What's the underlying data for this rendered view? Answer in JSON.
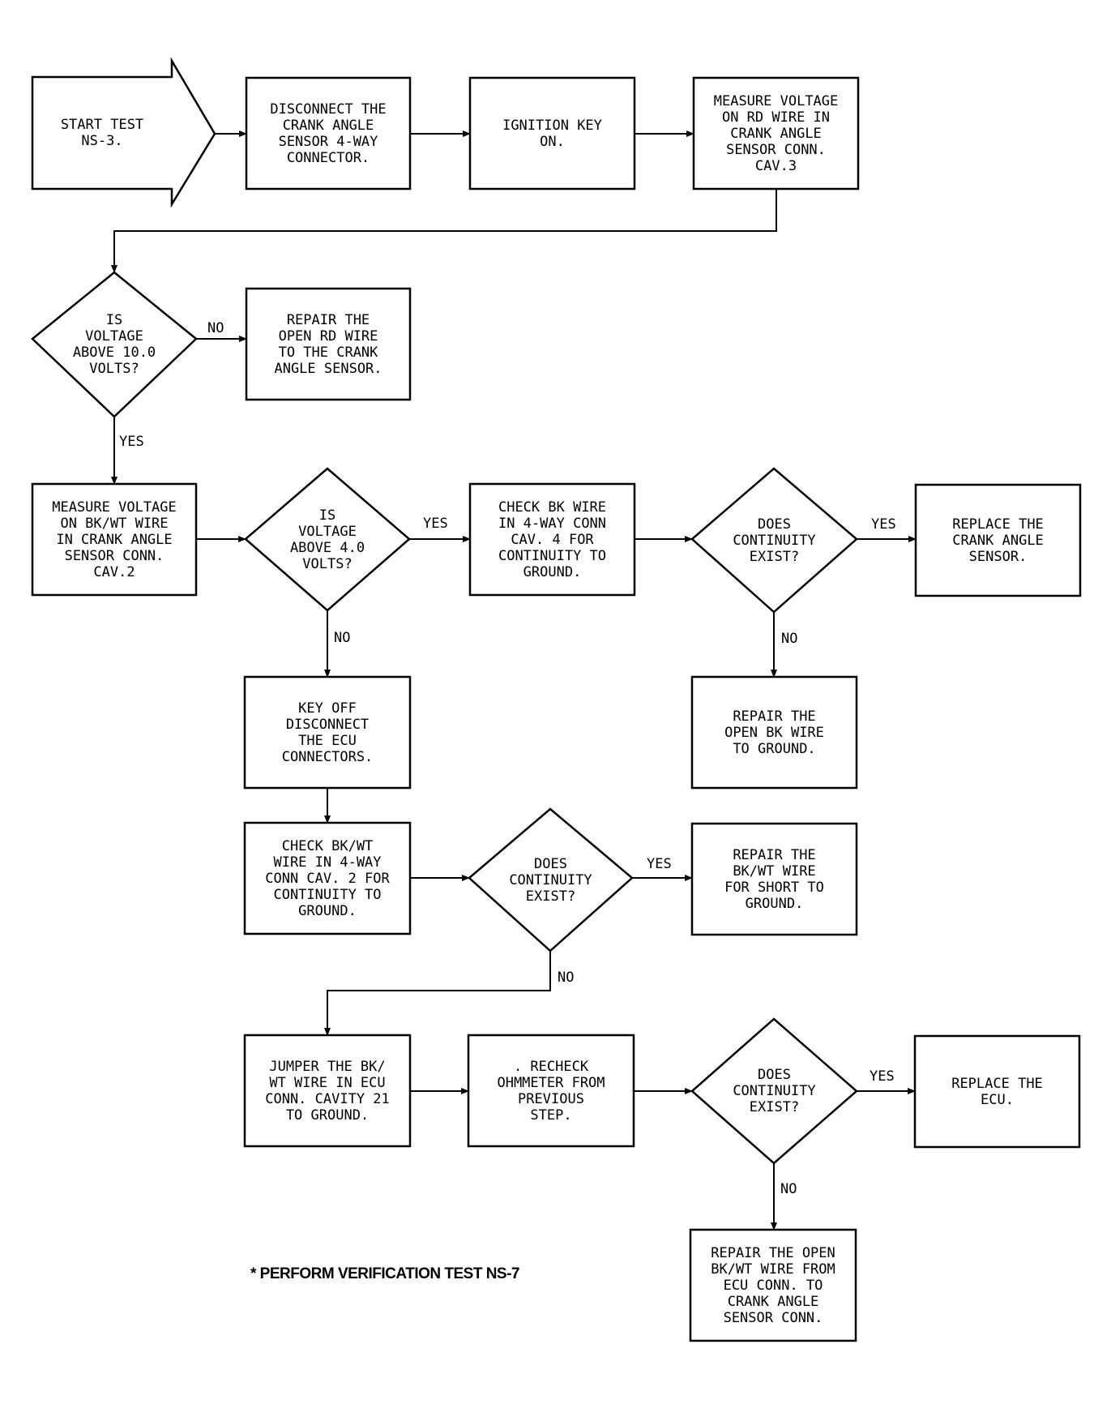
{
  "nodes": {
    "start": "START TEST\nNS-3.",
    "disconnect_crank": "DISCONNECT THE\nCRANK ANGLE\nSENSOR 4-WAY\nCONNECTOR.",
    "ignition_on": "IGNITION KEY\nON.",
    "measure_rd": "MEASURE VOLTAGE\nON RD WIRE IN\nCRANK ANGLE\nSENSOR CONN.\nCAV.3",
    "q_volt10": "IS\nVOLTAGE\nABOVE 10.0\nVOLTS?",
    "repair_rd": "REPAIR THE\nOPEN RD WIRE\nTO THE CRANK\nANGLE SENSOR.",
    "measure_bkwt": "MEASURE VOLTAGE\nON BK/WT WIRE\nIN CRANK ANGLE\nSENSOR CONN.\nCAV.2",
    "q_volt4": "IS\nVOLTAGE\nABOVE 4.0\nVOLTS?",
    "check_bk": "CHECK BK WIRE\nIN 4-WAY CONN\nCAV. 4 FOR\nCONTINUITY TO\nGROUND.",
    "q_cont1": "DOES\nCONTINUITY\nEXIST?",
    "replace_sensor": "REPLACE THE\nCRANK ANGLE\nSENSOR.",
    "repair_bk": "REPAIR THE\nOPEN BK WIRE\nTO GROUND.",
    "key_off": "KEY OFF\nDISCONNECT\nTHE ECU\nCONNECTORS.",
    "check_bkwt": "CHECK BK/WT\nWIRE IN 4-WAY\nCONN CAV. 2 FOR\nCONTINUITY TO\nGROUND.",
    "q_cont2": "DOES\nCONTINUITY\nEXIST?",
    "repair_bkwt_short": "REPAIR THE\nBK/WT WIRE\nFOR SHORT TO\nGROUND.",
    "jumper": "JUMPER THE BK/\nWT WIRE IN ECU\nCONN. CAVITY 21\nTO GROUND.",
    "recheck": ". RECHECK\nOHMMETER FROM\nPREVIOUS\nSTEP.",
    "q_cont3": "DOES\nCONTINUITY\nEXIST?",
    "replace_ecu": "REPLACE THE\nECU.",
    "repair_bkwt_open": "REPAIR THE OPEN\nBK/WT WIRE FROM\nECU CONN. TO\nCRANK ANGLE\nSENSOR CONN."
  },
  "labels": {
    "no1": "NO",
    "yes1": "YES",
    "yes2": "YES",
    "no2": "NO",
    "yes3": "YES",
    "no3": "NO",
    "yes4": "YES",
    "no4": "NO",
    "yes5": "YES",
    "no5": "NO"
  },
  "footnote": "* PERFORM VERIFICATION TEST NS-7"
}
